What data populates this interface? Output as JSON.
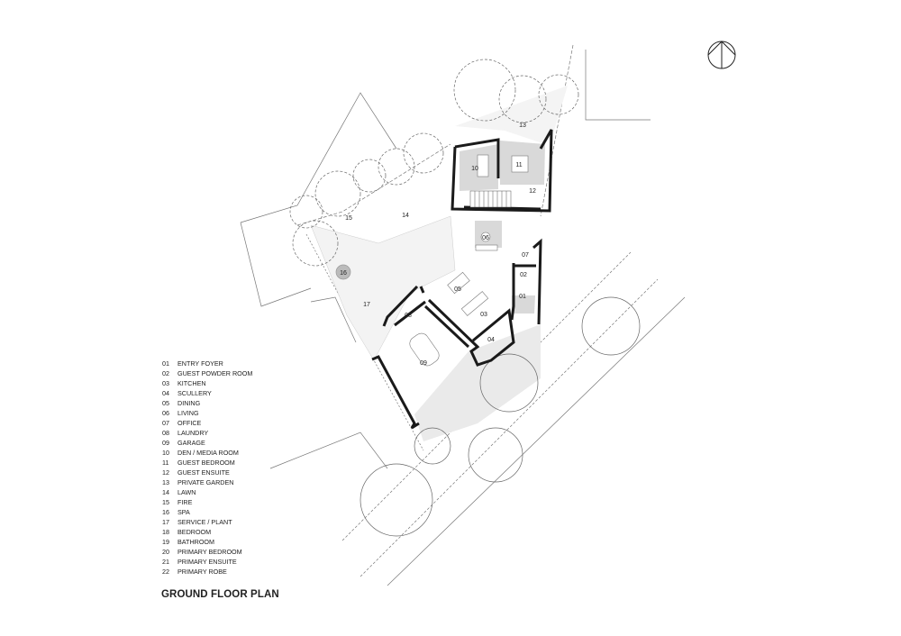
{
  "title": "GROUND FLOOR PLAN",
  "legend": [
    {
      "num": "01",
      "label": "ENTRY FOYER"
    },
    {
      "num": "02",
      "label": "GUEST POWDER ROOM"
    },
    {
      "num": "03",
      "label": "KITCHEN"
    },
    {
      "num": "04",
      "label": "SCULLERY"
    },
    {
      "num": "05",
      "label": "DINING"
    },
    {
      "num": "06",
      "label": "LIVING"
    },
    {
      "num": "07",
      "label": "OFFICE"
    },
    {
      "num": "08",
      "label": "LAUNDRY"
    },
    {
      "num": "09",
      "label": "GARAGE"
    },
    {
      "num": "10",
      "label": "DEN / MEDIA ROOM"
    },
    {
      "num": "11",
      "label": "GUEST BEDROOM"
    },
    {
      "num": "12",
      "label": "GUEST ENSUITE"
    },
    {
      "num": "13",
      "label": "PRIVATE GARDEN"
    },
    {
      "num": "14",
      "label": "LAWN"
    },
    {
      "num": "15",
      "label": "FIRE"
    },
    {
      "num": "16",
      "label": "SPA"
    },
    {
      "num": "17",
      "label": "SERVICE / PLANT"
    },
    {
      "num": "18",
      "label": "BEDROOM"
    },
    {
      "num": "19",
      "label": "BATHROOM"
    },
    {
      "num": "20",
      "label": "PRIMARY BEDROOM"
    },
    {
      "num": "21",
      "label": "PRIMARY ENSUITE"
    },
    {
      "num": "22",
      "label": "PRIMARY ROBE"
    }
  ],
  "room_tags": {
    "r01": "01",
    "r02": "02",
    "r03": "03",
    "r04": "04",
    "r05": "05",
    "r06": "06",
    "r07": "07",
    "r08": "08",
    "r09": "09",
    "r10": "10",
    "r11": "11",
    "r12": "12",
    "r13": "13",
    "r14": "14",
    "r15": "15",
    "r16": "16",
    "r17": "17"
  },
  "icons": {
    "north": "north-arrow-icon"
  },
  "colors": {
    "wall": "#1a1a1a",
    "room_fill": "#d9d9d9",
    "line": "#888888"
  }
}
